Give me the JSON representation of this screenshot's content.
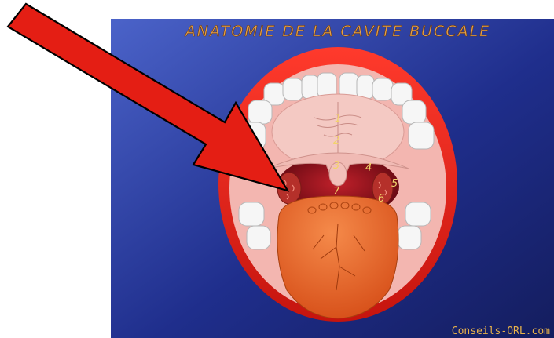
{
  "title": "ANATOMIE DE LA CAVITE BUCCALE",
  "credit": "Conseils-ORL.com",
  "labels": {
    "n1": "1",
    "n2": "2",
    "n3": "3",
    "n4": "4",
    "n5": "5",
    "n6": "6",
    "n7": "7"
  },
  "colors": {
    "background": "#1e2a7a",
    "lips": "#e0231c",
    "gums": "#f0b7b0",
    "palate": "#f2c4bf",
    "throat": "#8e0f1a",
    "tongue": "#e8662a",
    "arrow": "#e41e14",
    "teeth": "#f4f4f4"
  }
}
